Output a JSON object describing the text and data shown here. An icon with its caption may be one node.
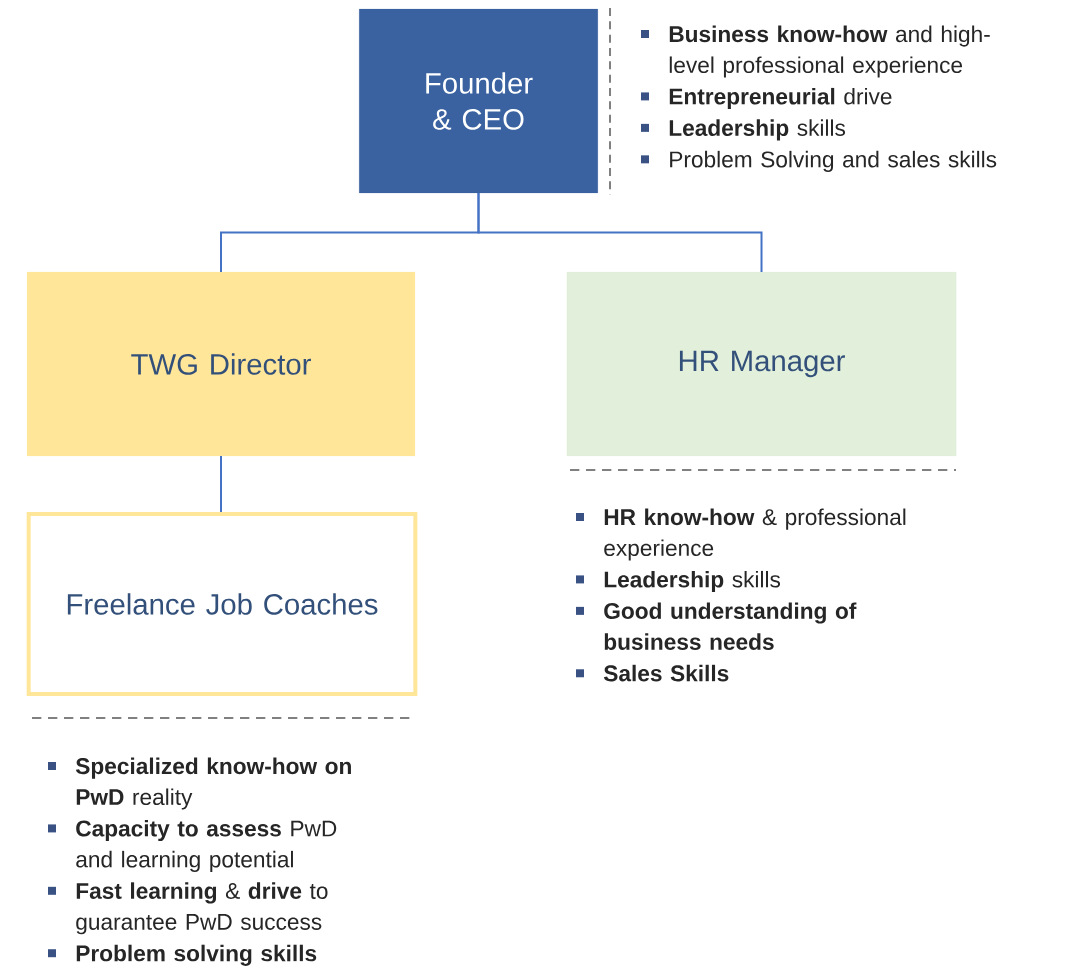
{
  "diagram": {
    "nodes": [
      {
        "text": [
          "Founder & CEO"
        ],
        "beside": [
          "**Business know-how** and high-level professional experience",
          "**Entrepreneurial** drive",
          "**Leadership** skills",
          "Problem Solving and sales skills"
        ]
      },
      {
        "text": [
          "TWG Director"
        ]
      },
      {
        "text": [
          "HR Manager"
        ],
        "beside": [
          "**HR know-how** & professional experience",
          "**Leadership** skills",
          "**Good understanding of business needs**",
          "**Sales Skills**"
        ]
      },
      {
        "text": [
          "Freelance Job Coaches"
        ],
        "beside": [
          "**Specialized know-how on PwD** reality",
          "**Capacity to assess** PwD and learning potential",
          "**Fast learning** & **drive** to guarantee PwD success",
          "**Problem solving skills**"
        ]
      }
    ],
    "edges": [
      {
        "from": 0,
        "to": 1,
        "arrow": "none"
      },
      {
        "from": 0,
        "to": 2,
        "arrow": "none"
      },
      {
        "from": 1,
        "to": 3,
        "arrow": "none"
      }
    ]
  }
}
